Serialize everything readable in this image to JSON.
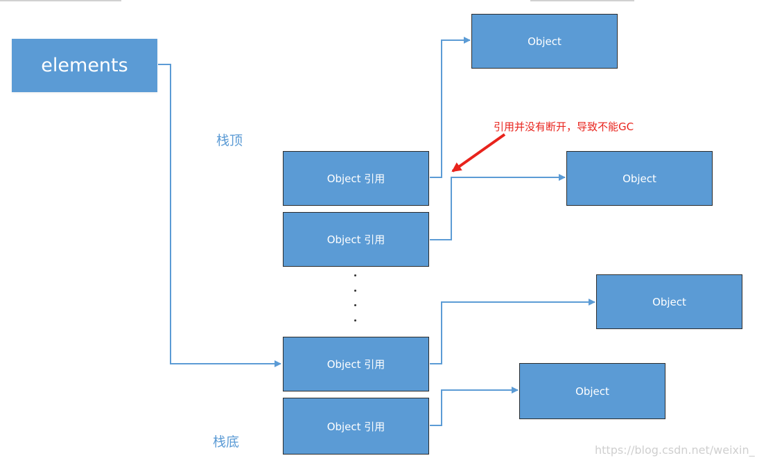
{
  "diagram": {
    "elements_label": "elements",
    "stack_top_label": "栈顶",
    "stack_bottom_label": "栈底",
    "annotation": "引用并没有断开，导致不能GC",
    "references": [
      {
        "label": "Object 引用"
      },
      {
        "label": "Object 引用"
      },
      {
        "label": "Object 引用"
      },
      {
        "label": "Object 引用"
      }
    ],
    "objects": [
      {
        "label": "Object"
      },
      {
        "label": "Object"
      },
      {
        "label": "Object"
      },
      {
        "label": "Object"
      }
    ],
    "watermark": "https://blog.csdn.net/weixin_",
    "colors": {
      "box_fill": "#5b9bd5",
      "connector": "#5b9bd5",
      "annotation": "#e8231c"
    }
  }
}
